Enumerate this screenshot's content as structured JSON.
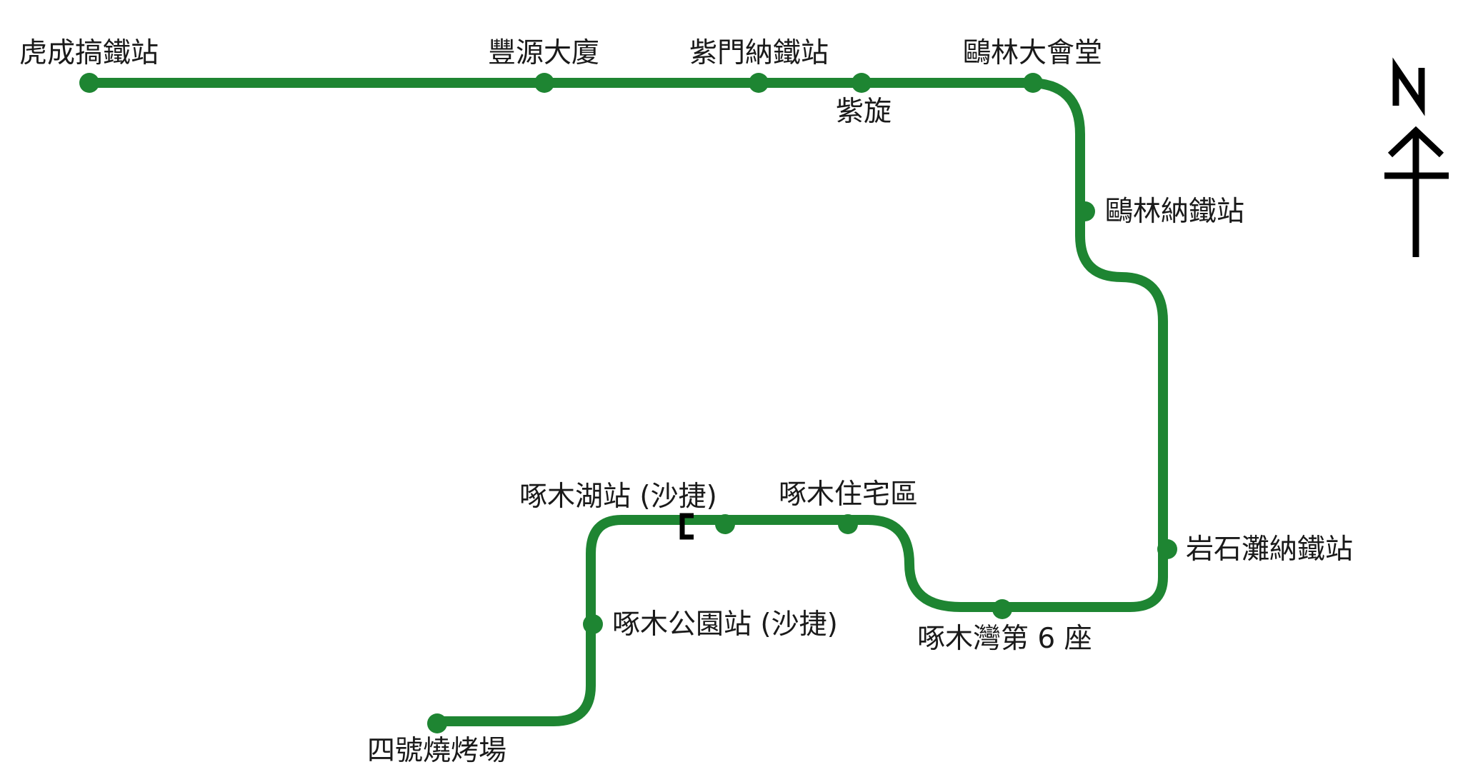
{
  "colors": {
    "route_line": "#1e8532",
    "station_dot": "#1e8532",
    "terminus_marker": "#000000",
    "compass": "#000000",
    "label_text": "#1a1a1a",
    "background": "#ffffff"
  },
  "compass": {
    "letter": "N",
    "icon": "north-arrow-icon"
  },
  "stations": [
    {
      "id": "fuchenggao",
      "name": "虎成搞鐵站"
    },
    {
      "id": "fengyuan",
      "name": "豐源大廈"
    },
    {
      "id": "zimenna",
      "name": "紫門納鐵站"
    },
    {
      "id": "zixuan",
      "name": "紫旋"
    },
    {
      "id": "oulin-hall",
      "name": "鷗林大會堂"
    },
    {
      "id": "oulin-na",
      "name": "鷗林納鐵站"
    },
    {
      "id": "yanshitan",
      "name": "岩石灘納鐵站"
    },
    {
      "id": "zhuomuwan",
      "name": "啄木灣第 6 座"
    },
    {
      "id": "zhuomu-estate",
      "name": "啄木住宅區"
    },
    {
      "id": "zhuomu-lake",
      "name": "啄木湖站 (沙捷)"
    },
    {
      "id": "zhuomu-park",
      "name": "啄木公園站 (沙捷)"
    },
    {
      "id": "bbq",
      "name": "四號燒烤場"
    }
  ]
}
